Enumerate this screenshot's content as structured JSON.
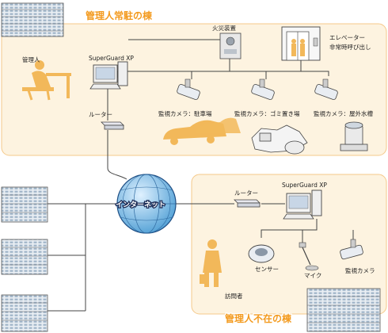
{
  "sections": {
    "staffed_title": "管理人常駐の棟",
    "unstaffed_title": "管理人不在の棟"
  },
  "staffed": {
    "manager": "管理人",
    "server": "SuperGuard XP",
    "router": "ルーター",
    "fire_alarm": "火災装置",
    "elevator_line1": "エレベーター",
    "elevator_line2": "非常時呼び出し",
    "camera_parking": "監視カメラ：駐車場",
    "camera_garbage": "監視カメラ：ゴミ置き場",
    "camera_tank": "監視カメラ：屋外水槽"
  },
  "internet": "インターネット",
  "unstaffed": {
    "router": "ルーター",
    "server": "SuperGuard XP",
    "sensor": "センサー",
    "mic": "マイク",
    "camera": "監視カメラ",
    "visitor": "訪問者"
  },
  "colors": {
    "panel_fill": "#fdf3e0",
    "panel_border": "#f5c98a",
    "accent": "#f39a1e",
    "figure": "#f2b85a",
    "line": "#444444"
  }
}
